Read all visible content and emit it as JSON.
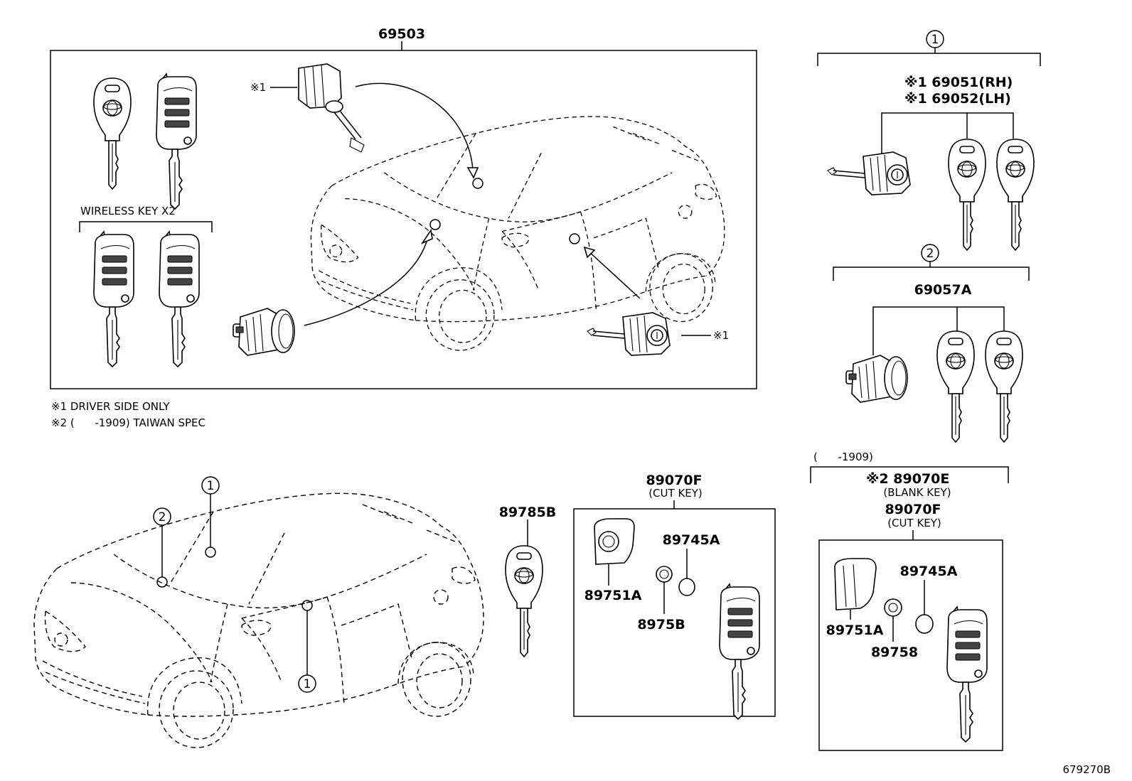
{
  "diagram": {
    "main_box": {
      "part_no": "69503"
    },
    "wireless_key_label": "WIRELESS KEY X2",
    "driver_side_marker": "※1",
    "notes": [
      "※1 DRIVER SIDE ONLY",
      "※2 (      -1909) TAIWAN SPEC"
    ],
    "group1": {
      "marker": "1",
      "line1": "※1 69051(RH)",
      "line2": "※1 69052(LH)"
    },
    "group2": {
      "marker": "2",
      "part_no": "69057A"
    },
    "car_callouts": {
      "c1a": "1",
      "c1b": "1",
      "c2": "2"
    },
    "standalone_key": "89785B",
    "cut_key_box": {
      "part_no": "89070F",
      "sub": "(CUT KEY)",
      "p1": "89745A",
      "p2": "89751A",
      "p3": "8975B"
    },
    "taiwan_box": {
      "date_range": "(      -1909)",
      "line1": "※2 89070E",
      "line1_sub": "(BLANK KEY)",
      "line2": "89070F",
      "line2_sub": "(CUT KEY)",
      "p1": "89745A",
      "p2": "89751A",
      "p3": "89758"
    },
    "figure_id": "679270B"
  }
}
